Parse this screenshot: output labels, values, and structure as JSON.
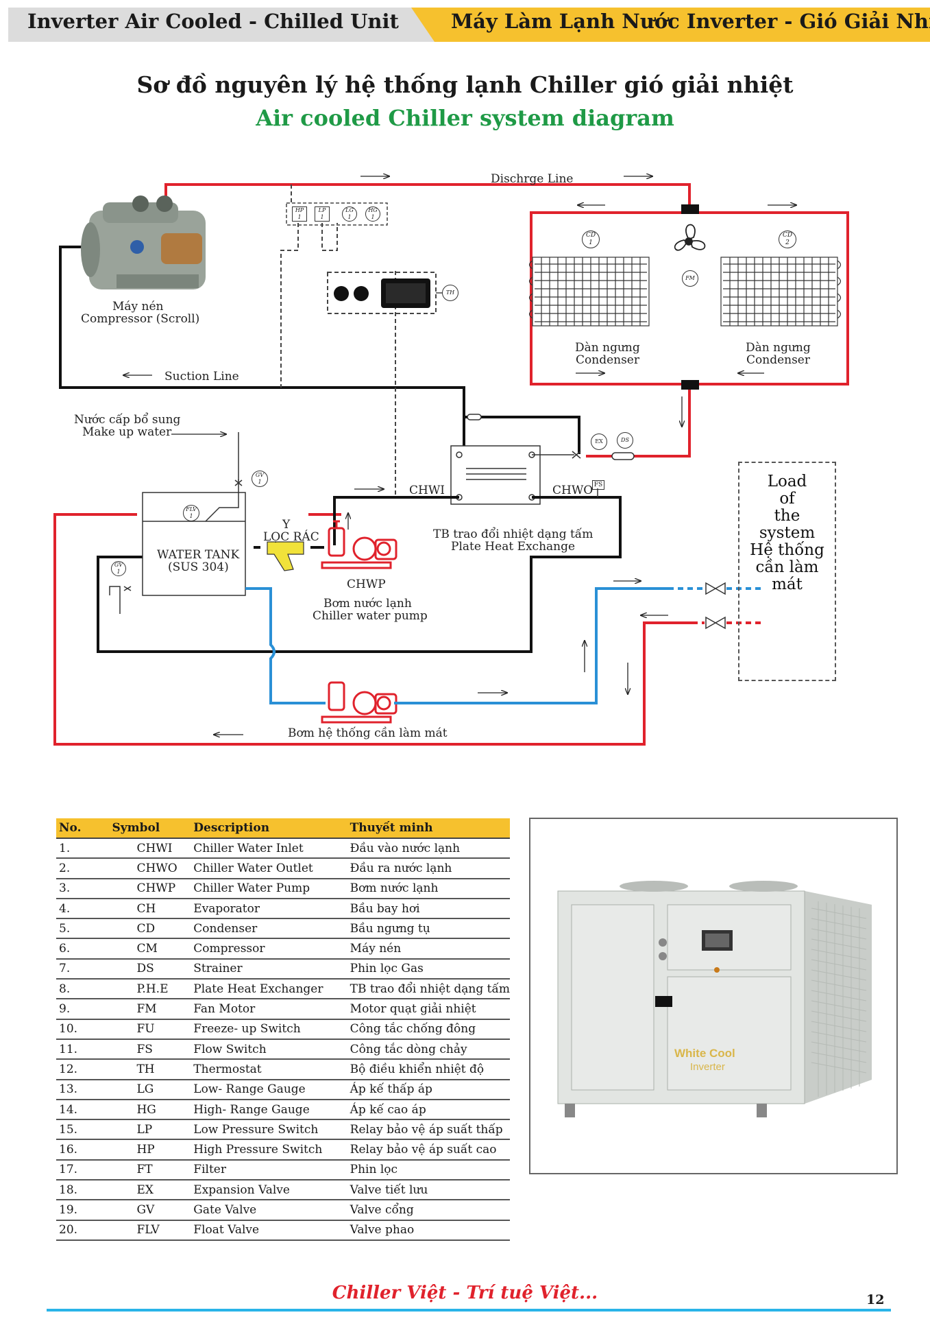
{
  "header": {
    "left_title": "Inverter Air Cooled - Chilled Unit",
    "right_title": "Máy Làm Lạnh Nước Inverter - Gió Giải Nhiệt"
  },
  "title": {
    "vn": "Sơ đồ nguyên lý hệ thống lạnh Chiller gió giải nhiệt",
    "en": "Air cooled Chiller system diagram"
  },
  "diagram": {
    "discharge_line": "Dischrge Line",
    "suction_line": "Suction Line",
    "compressor_vn": "Máy nén",
    "compressor_en": "Compressor (Scroll)",
    "condenser_vn": "Dàn ngưng",
    "condenser_en": "Condenser",
    "makeup_vn": "Nước cấp bổ sung",
    "makeup_en": "Make up water",
    "water_tank": "WATER TANK",
    "water_tank_material": "(SUS 304)",
    "strainer_y": "Y",
    "strainer_label": "LỌC RÁC",
    "chwi": "CHWI",
    "chwo": "CHWO",
    "phe_vn": "TB trao đổi nhiệt dạng tấm",
    "phe_en": "Plate Heat Exchange",
    "chwp": "CHWP",
    "chwp_vn": "Bơm nước lạnh",
    "chwp_en": "Chiller water pump",
    "load_pump": "Bơm hệ thống cần làm mát",
    "load_lines": [
      "Load",
      "of",
      "the",
      "system",
      "Hệ thống",
      "cần làm mát"
    ],
    "tags": {
      "hp": "HP",
      "lp": "LP",
      "lg": "LG",
      "hg": "HG",
      "cd1": "CD",
      "cd2": "CD",
      "fm": "FM",
      "th": "TH",
      "ex": "EX",
      "ds": "DS",
      "fs": "FS",
      "gv": "GV",
      "flv": "FLV",
      "one": "1",
      "two": "2"
    }
  },
  "legend": {
    "headers": [
      "No.",
      "Symbol",
      "Description",
      "Thuyết minh"
    ],
    "rows": [
      [
        "1.",
        "CHWI",
        "Chiller Water Inlet",
        "Đầu vào nước lạnh"
      ],
      [
        "2.",
        "CHWO",
        "Chiller Water Outlet",
        "Đầu ra nước lạnh"
      ],
      [
        "3.",
        "CHWP",
        "Chiller Water Pump",
        "Bơm nước lạnh"
      ],
      [
        "4.",
        "CH",
        "Evaporator",
        "Bầu bay hơi"
      ],
      [
        "5.",
        "CD",
        "Condenser",
        "Bầu ngưng tụ"
      ],
      [
        "6.",
        "CM",
        "Compressor",
        "Máy nén"
      ],
      [
        "7.",
        "DS",
        "Strainer",
        "Phin lọc Gas"
      ],
      [
        "8.",
        "P.H.E",
        "Plate Heat Exchanger",
        "TB trao đổi nhiệt dạng tấm"
      ],
      [
        "9.",
        "FM",
        "Fan Motor",
        "Motor quạt giải nhiệt"
      ],
      [
        "10.",
        "FU",
        "Freeze- up Switch",
        "Công tắc chống đông"
      ],
      [
        "11.",
        "FS",
        "Flow Switch",
        "Công tắc dòng chảy"
      ],
      [
        "12.",
        "TH",
        "Thermostat",
        "Bộ điều khiển nhiệt độ"
      ],
      [
        "13.",
        "LG",
        "Low- Range Gauge",
        "Áp kế thấp áp"
      ],
      [
        "14.",
        "HG",
        "High- Range Gauge",
        "Áp kế cao áp"
      ],
      [
        "15.",
        "LP",
        "Low Pressure Switch",
        "Relay bảo vệ áp suất thấp"
      ],
      [
        "16.",
        "HP",
        "High Pressure Switch",
        "Relay bảo vệ áp suất cao"
      ],
      [
        "17.",
        "FT",
        "Filter",
        "Phin lọc"
      ],
      [
        "18.",
        "EX",
        "Expansion Valve",
        "Valve tiết lưu"
      ],
      [
        "19.",
        "GV",
        "Gate Valve",
        "Valve cổng"
      ],
      [
        "20.",
        "FLV",
        "Float Valve",
        "Valve phao"
      ]
    ]
  },
  "product": {
    "brand": "White Cool",
    "sub": "Inverter"
  },
  "footer": {
    "slogan": "Chiller Việt - Trí tuệ Việt...",
    "page": "12"
  },
  "colors": {
    "accent_yellow": "#f6c12e",
    "header_gray": "#dcdcdc",
    "title_green": "#1f9a46",
    "hot_line": "#e0222c",
    "cold_line": "#2a90d6",
    "footer_blue": "#2ab4e8"
  }
}
